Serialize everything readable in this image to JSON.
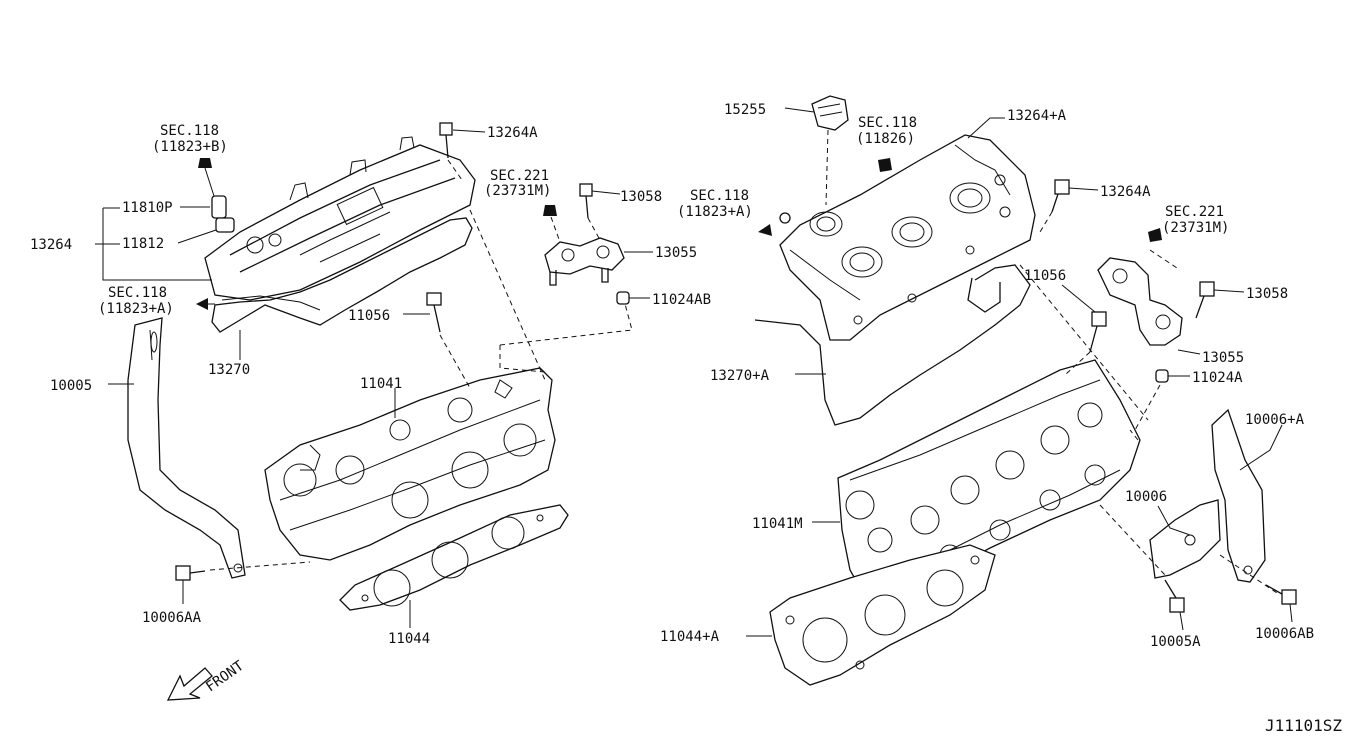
{
  "diagram_id": "J11101SZ",
  "front_label": "FRONT",
  "labels": {
    "sec118_b_line1": "SEC.118",
    "sec118_b_line2": "(11823+B)",
    "p13264A_left": "13264A",
    "sec221_left_line1": "SEC.221",
    "sec221_left_line2": "(23731M)",
    "p13058_left": "13058",
    "p11810P": "11810P",
    "p13264": "13264",
    "p11812": "11812",
    "p13055_left": "13055",
    "sec118_a_left_line1": "SEC.118",
    "sec118_a_left_line2": "(11823+A)",
    "p11024AB": "11024AB",
    "p11056_left": "11056",
    "p13270": "13270",
    "p10005": "10005",
    "p11041": "11041",
    "p10006AA": "10006AA",
    "p11044": "11044",
    "p15255": "15255",
    "sec118_826_line1": "SEC.118",
    "sec118_826_line2": "(11826)",
    "p13264A_plus_A": "13264+A",
    "sec118_a_mid_line1": "SEC.118",
    "sec118_a_mid_line2": "(11823+A)",
    "p13264A_right": "13264A",
    "sec221_right_line1": "SEC.221",
    "sec221_right_line2": "(23731M)",
    "p11056_right": "11056",
    "p13058_right": "13058",
    "p13270_plus_A": "13270+A",
    "p13055_right": "13055",
    "p11024A": "11024A",
    "p10006_plus_A": "10006+A",
    "p10006": "10006",
    "p11041M": "11041M",
    "p11044_plus_A": "11044+A",
    "p10005A": "10005A",
    "p10006AB": "10006AB"
  }
}
